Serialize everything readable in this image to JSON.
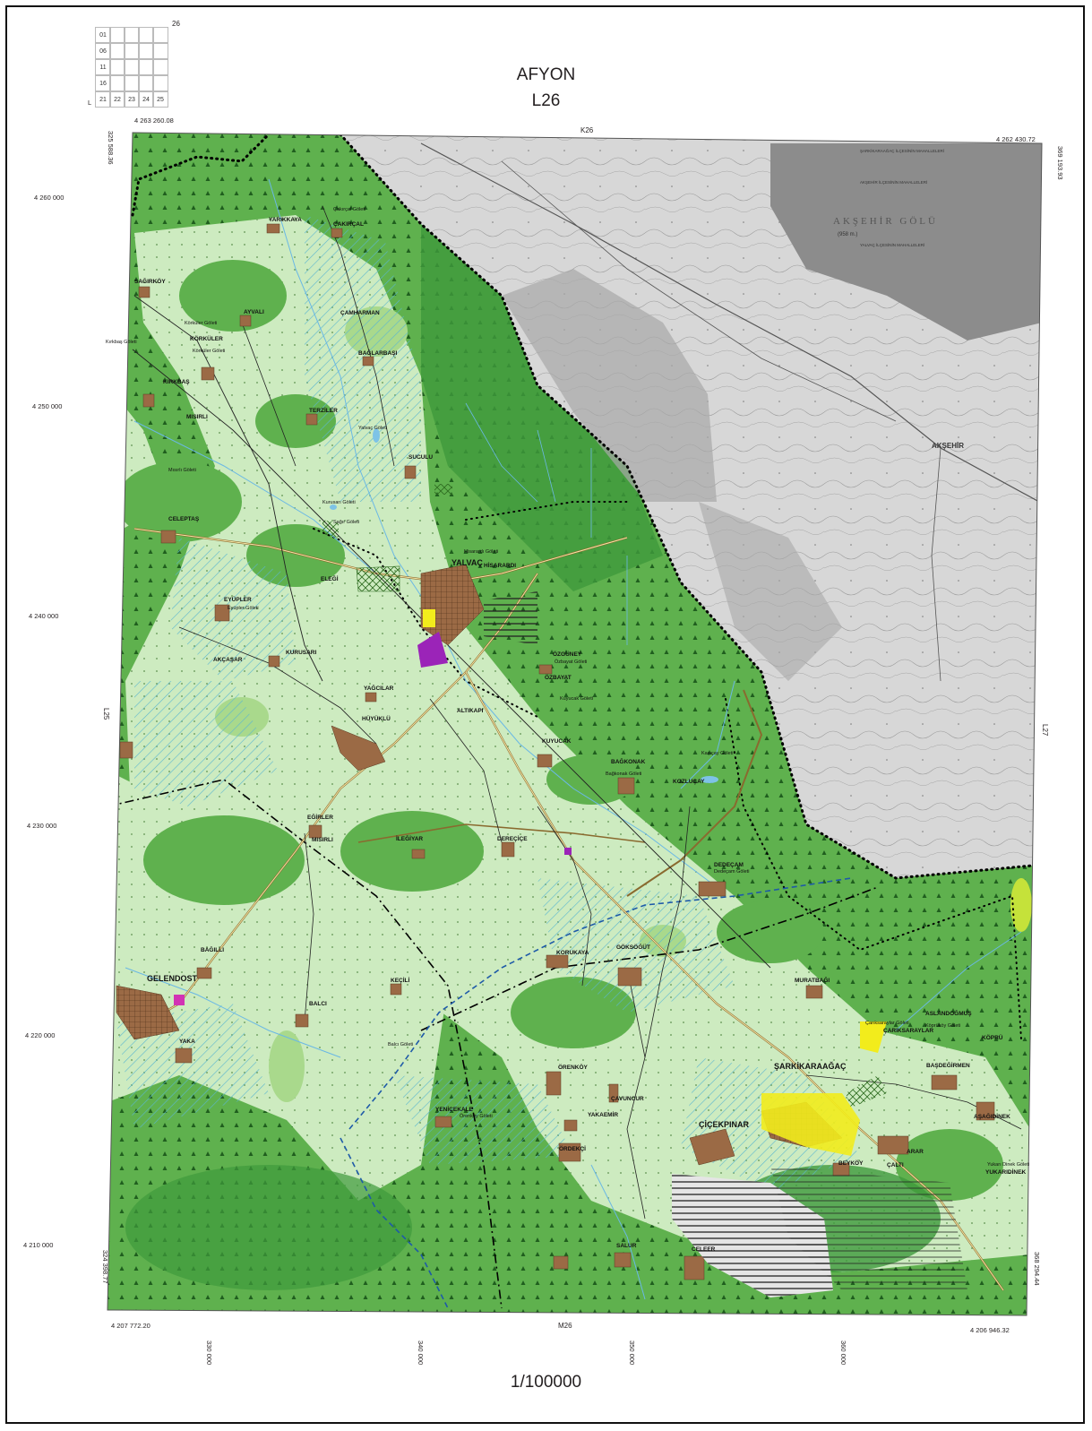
{
  "sheet": {
    "province": "AFYON",
    "sheet_code": "L26",
    "scale": "1/100000"
  },
  "neighbors": {
    "north": "K26",
    "south": "M26",
    "west": "L25",
    "east": "L27"
  },
  "index_grid": {
    "top_label": "26",
    "row_labels": [
      "01",
      "06",
      "11",
      "16",
      "21"
    ],
    "bottom_labels": [
      "L",
      "22",
      "23",
      "24",
      "25"
    ]
  },
  "corner_coords": {
    "nw_north": "4 263 260.08",
    "nw_east": "325 588.36",
    "ne_north": "4 262 430.72",
    "ne_east": "369 193.93",
    "sw_north": "4 207 772.20",
    "sw_east": "324 398.77",
    "se_north": "4 206 946.32",
    "se_east": "368 294.44"
  },
  "northings": [
    "4 260 000",
    "4 250 000",
    "4 240 000",
    "4 230 000",
    "4 220 000",
    "4 210 000"
  ],
  "eastings": [
    "330 000",
    "340 000",
    "350 000",
    "360 000"
  ],
  "places": [
    "YARIKKAYA",
    "ÇAKIRÇAL",
    "Çakırçal Göleti",
    "SAĞIRKÖY",
    "AYVALI",
    "Körküler Göleti",
    "KÖRKÜLER",
    "Kırkbaş Göleti",
    "Körküler Göleti",
    "ÇAMHARMAN",
    "BAĞLARBAŞI",
    "KIRKBAŞ",
    "MISIRLI",
    "TERZİLER",
    "Yalvaç Göleti",
    "SUCULU",
    "Mısırlı Göleti",
    "Kurusarı Göleti",
    "CELEPTAŞ",
    "Sağır Göleti",
    "ELEĞİ",
    "YALVAÇ",
    "Hisarardı Göleti",
    "HİSARARDI",
    "EYÜPLER",
    "Eyüpler Göleti",
    "KURUSARI",
    "ÖZGÜNEY",
    "Özbayat Göleti",
    "ÖZBAYAT",
    "AKÇAŞAR",
    "YAĞCILAR",
    "HÜYÜKLÜ",
    "ALTIKAPI",
    "Kuyucak Göleti",
    "KUYUCAK",
    "BAĞKONAK",
    "Bağkonak Göleti",
    "Kaşıçay Göleti",
    "KOZLUÇAY",
    "EĞİRLER",
    "İLEĞİYAR",
    "DEREÇİÇE",
    "MISIRLI",
    "DEDEÇAM",
    "Dedeçam Göleti",
    "BAĞILLI",
    "GELENDOST",
    "KORUKAYA",
    "GÖKSÖĞÜT",
    "KEÇİLİ",
    "MURATBAĞI",
    "BALCI",
    "YAKA",
    "Balcı Göleti",
    "Çarıksaraylar Göleti",
    "ÇARIKSARAYLAR",
    "ASLANDOĞMUŞ",
    "Köprüköy Göleti",
    "KÖPRÜ",
    "ÖRENKÖY",
    "ŞARKİKARAAĞAÇ",
    "BAŞDEĞİRMEN",
    "YENİCEKALE",
    "Örenköy Göleti",
    "ÇAVUNCUR",
    "YAKAEMİR",
    "ÇİÇEKPINAR",
    "AŞAĞIDİNEK",
    "ÖRDEKÇİ",
    "ARAR",
    "Yukarı Dinek Göleti",
    "YUKARIDİNEK",
    "BEYKÖY",
    "ÇALTI",
    "SALUR",
    "CELEER"
  ],
  "gray_area": {
    "lake_name": "AKŞEHİR GÖLÜ",
    "lake_elev": "(958 m.)",
    "town": "AKŞEHİR",
    "legend_lines": [
      "ŞARKİKARAAĞAÇ İLÇESİNİN MAHALLELERİ",
      "AKŞEHİR İLÇESİNİN MAHALLELERİ",
      "YALVAÇ İLÇESİNİN MAHALLELERİ"
    ]
  },
  "colors": {
    "forest_dark": "#3f9a3c",
    "forest": "#5fb14e",
    "agriculture": "#cdebc0",
    "grassland": "#a9d98c",
    "settlement": "#9b6a45",
    "industry": "#9b24b8",
    "urban_yellow": "#f2ec1c",
    "water": "#7ec3e6",
    "gray_topo": "#c9c9c9"
  }
}
